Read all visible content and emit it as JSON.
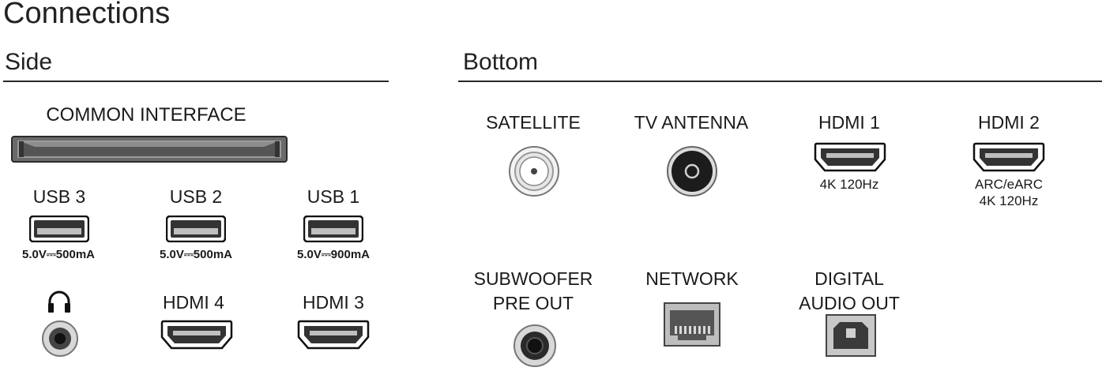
{
  "title": "Connections",
  "side": {
    "heading": "Side",
    "common_interface": "COMMON INTERFACE",
    "usb": [
      {
        "label": "USB 3",
        "spec": "5.0V⎓500mA"
      },
      {
        "label": "USB 2",
        "spec": "5.0V⎓500mA"
      },
      {
        "label": "USB 1",
        "spec": "5.0V⎓900mA"
      }
    ],
    "hdmi4": "HDMI 4",
    "hdmi3": "HDMI 3"
  },
  "bottom": {
    "heading": "Bottom",
    "satellite": "SATELLITE",
    "tv_antenna": "TV ANTENNA",
    "hdmi1": {
      "label": "HDMI 1",
      "sub": "4K 120Hz"
    },
    "hdmi2": {
      "label": "HDMI 2",
      "sub1": "ARC/eARC",
      "sub2": "4K 120Hz"
    },
    "subwoofer": {
      "line1": "SUBWOOFER",
      "line2": "PRE OUT"
    },
    "network": "NETWORK",
    "digital_audio": {
      "line1": "DIGITAL",
      "line2": "AUDIO OUT"
    }
  },
  "icons": {
    "headphone": "headphone-icon",
    "usb": "usb-port-icon",
    "hdmi": "hdmi-port-icon",
    "coax": "coax-connector-icon",
    "rca": "rca-jack-icon",
    "ethernet": "ethernet-port-icon",
    "optical": "optical-port-icon",
    "ci_slot": "common-interface-slot-icon"
  }
}
